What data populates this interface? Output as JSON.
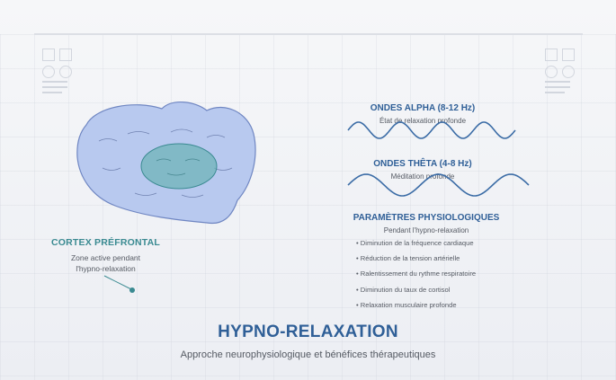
{
  "cortex": {
    "title": "CORTEX PRÉFRONTAL",
    "desc_line1": "Zone active pendant",
    "desc_line2": "l'hypno-relaxation"
  },
  "alpha": {
    "title": "ONDES ALPHA (8-12 Hz)",
    "subtitle": "État de relaxation profonde"
  },
  "theta": {
    "title": "ONDES THÊTA (4-8 Hz)",
    "subtitle": "Méditation profonde"
  },
  "params": {
    "title": "PARAMÈTRES PHYSIOLOGIQUES",
    "subtitle": "Pendant l'hypno-relaxation",
    "items": [
      "• Diminution de la fréquence cardiaque",
      "• Réduction de la tension artérielle",
      "• Ralentissement du rythme respiratoire",
      "• Diminution du taux de cortisol",
      "• Relaxation musculaire profonde"
    ]
  },
  "main_title": "HYPNO-RELAXATION",
  "subtitle": "Approche neurophysiologique et bénéfices thérapeutiques",
  "colors": {
    "accent_blue": "#2f5f97",
    "wave_blue": "#3b6ca6",
    "teal": "#3a8a91",
    "brain_fill": "#b8c9ef",
    "brain_stroke": "#6f86c2"
  }
}
